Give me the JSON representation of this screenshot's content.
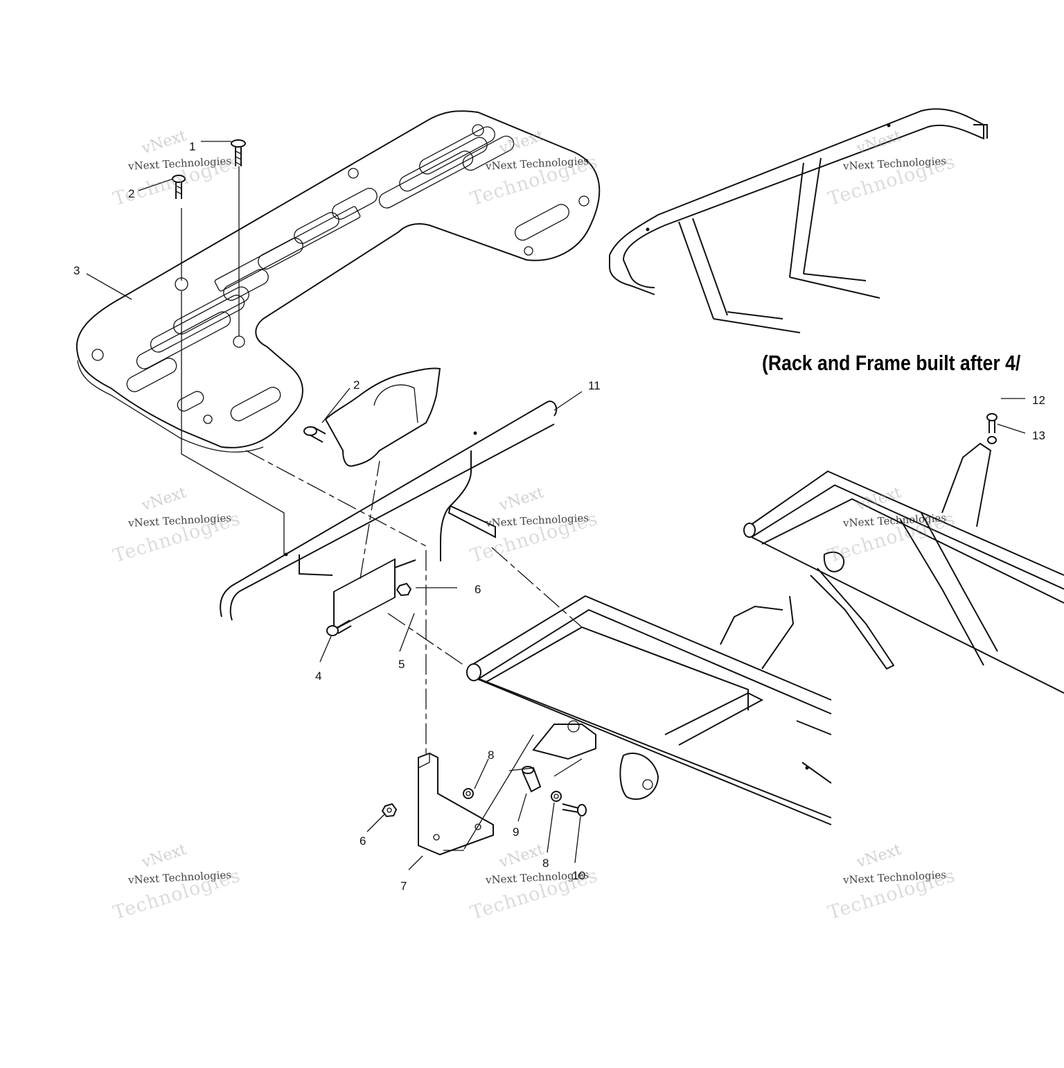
{
  "diagram": {
    "note": "(Rack and Frame built after 4/",
    "callouts": [
      "1",
      "2",
      "3",
      "2",
      "11",
      "6",
      "4",
      "5",
      "8",
      "6",
      "9",
      "8",
      "10",
      "7",
      "12",
      "13"
    ],
    "watermark": {
      "line1": "vNext",
      "line2": "vNext Technologies",
      "line3": "Technologies"
    }
  }
}
